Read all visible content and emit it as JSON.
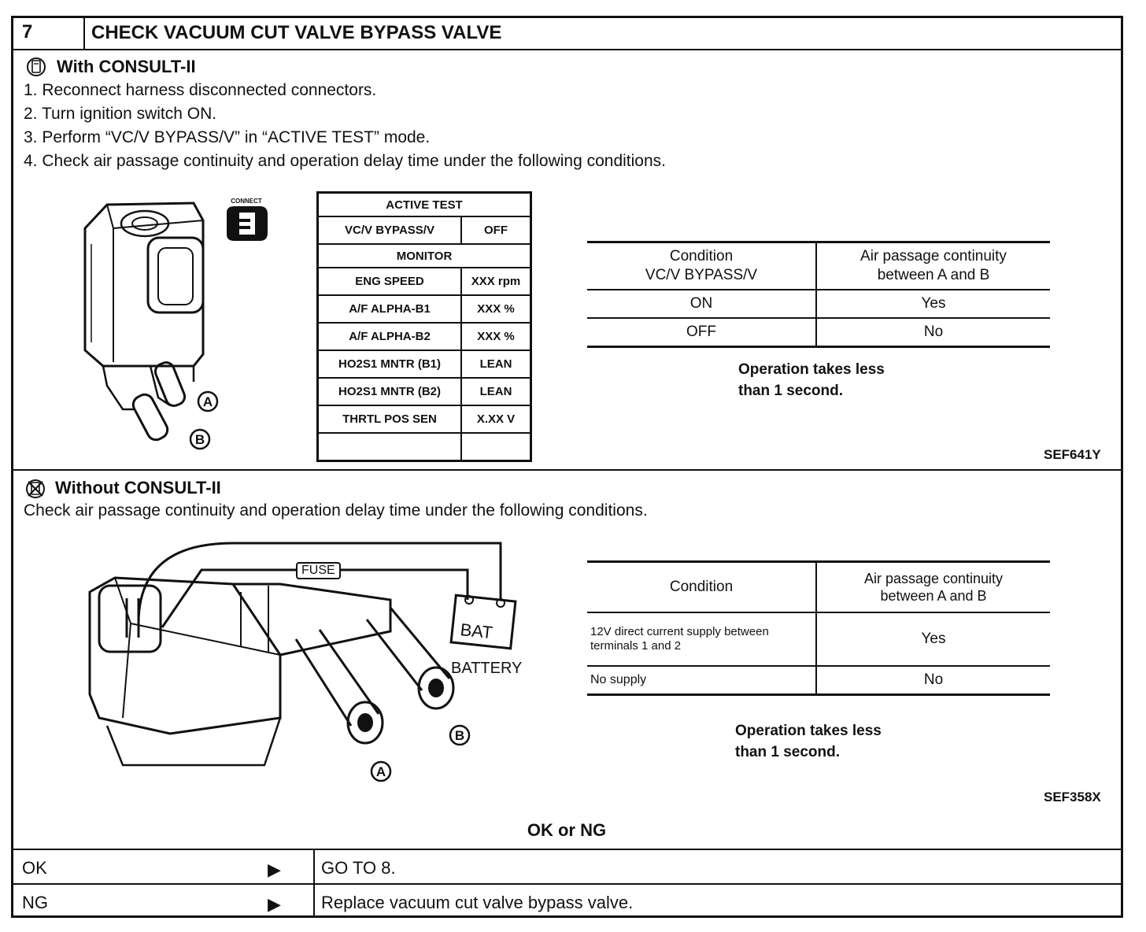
{
  "header": {
    "step": "7",
    "title": "CHECK VACUUM CUT VALVE BYPASS VALVE"
  },
  "with_consult": {
    "title": "With CONSULT-II",
    "icon": "consult-tool-icon",
    "steps": [
      "1.  Reconnect harness disconnected connectors.",
      "2.  Turn ignition switch ON.",
      "3.  Perform “VC/V BYPASS/V” in “ACTIVE TEST” mode.",
      "4.  Check air passage continuity and operation delay time under the following conditions."
    ],
    "connect_label": "CONNECT",
    "port_a": "A",
    "port_b": "B",
    "active_test": {
      "title": "ACTIVE TEST",
      "test_item": "VC/V BYPASS/V",
      "test_value": "OFF",
      "monitor_title": "MONITOR",
      "rows": [
        [
          "ENG SPEED",
          "XXX rpm"
        ],
        [
          "A/F ALPHA-B1",
          "XXX %"
        ],
        [
          "A/F ALPHA-B2",
          "XXX %"
        ],
        [
          "HO2S1 MNTR (B1)",
          "LEAN"
        ],
        [
          "HO2S1 MNTR (B2)",
          "LEAN"
        ],
        [
          "THRTL POS SEN",
          "X.XX V"
        ],
        [
          "",
          ""
        ]
      ]
    },
    "condition_table": {
      "h1": "Condition\nVC/V BYPASS/V",
      "h2": "Air passage continuity\nbetween A and B",
      "rows": [
        [
          "ON",
          "Yes"
        ],
        [
          "OFF",
          "No"
        ]
      ]
    },
    "note": "Operation takes less\nthan 1 second.",
    "ref": "SEF641Y"
  },
  "without_consult": {
    "title": "Without CONSULT-II",
    "icon": "no-consult-icon",
    "text": "Check air passage continuity and operation delay time under the following conditions.",
    "fuse_label": "FUSE",
    "bat_label": "BAT",
    "battery_label": "BATTERY",
    "port_a": "A",
    "port_b": "B",
    "condition_table": {
      "h1": "Condition",
      "h2": "Air passage continuity\nbetween A and B",
      "rows": [
        [
          "12V direct current supply between\nterminals 1 and 2",
          "Yes"
        ],
        [
          "No supply",
          "No"
        ]
      ]
    },
    "note": "Operation takes less\nthan 1 second.",
    "ref": "SEF358X"
  },
  "result": {
    "title": "OK or NG",
    "rows": [
      {
        "key": "OK",
        "arrow": "▶",
        "value": "GO TO 8."
      },
      {
        "key": "NG",
        "arrow": "▶",
        "value": "Replace vacuum cut valve bypass valve."
      }
    ]
  }
}
